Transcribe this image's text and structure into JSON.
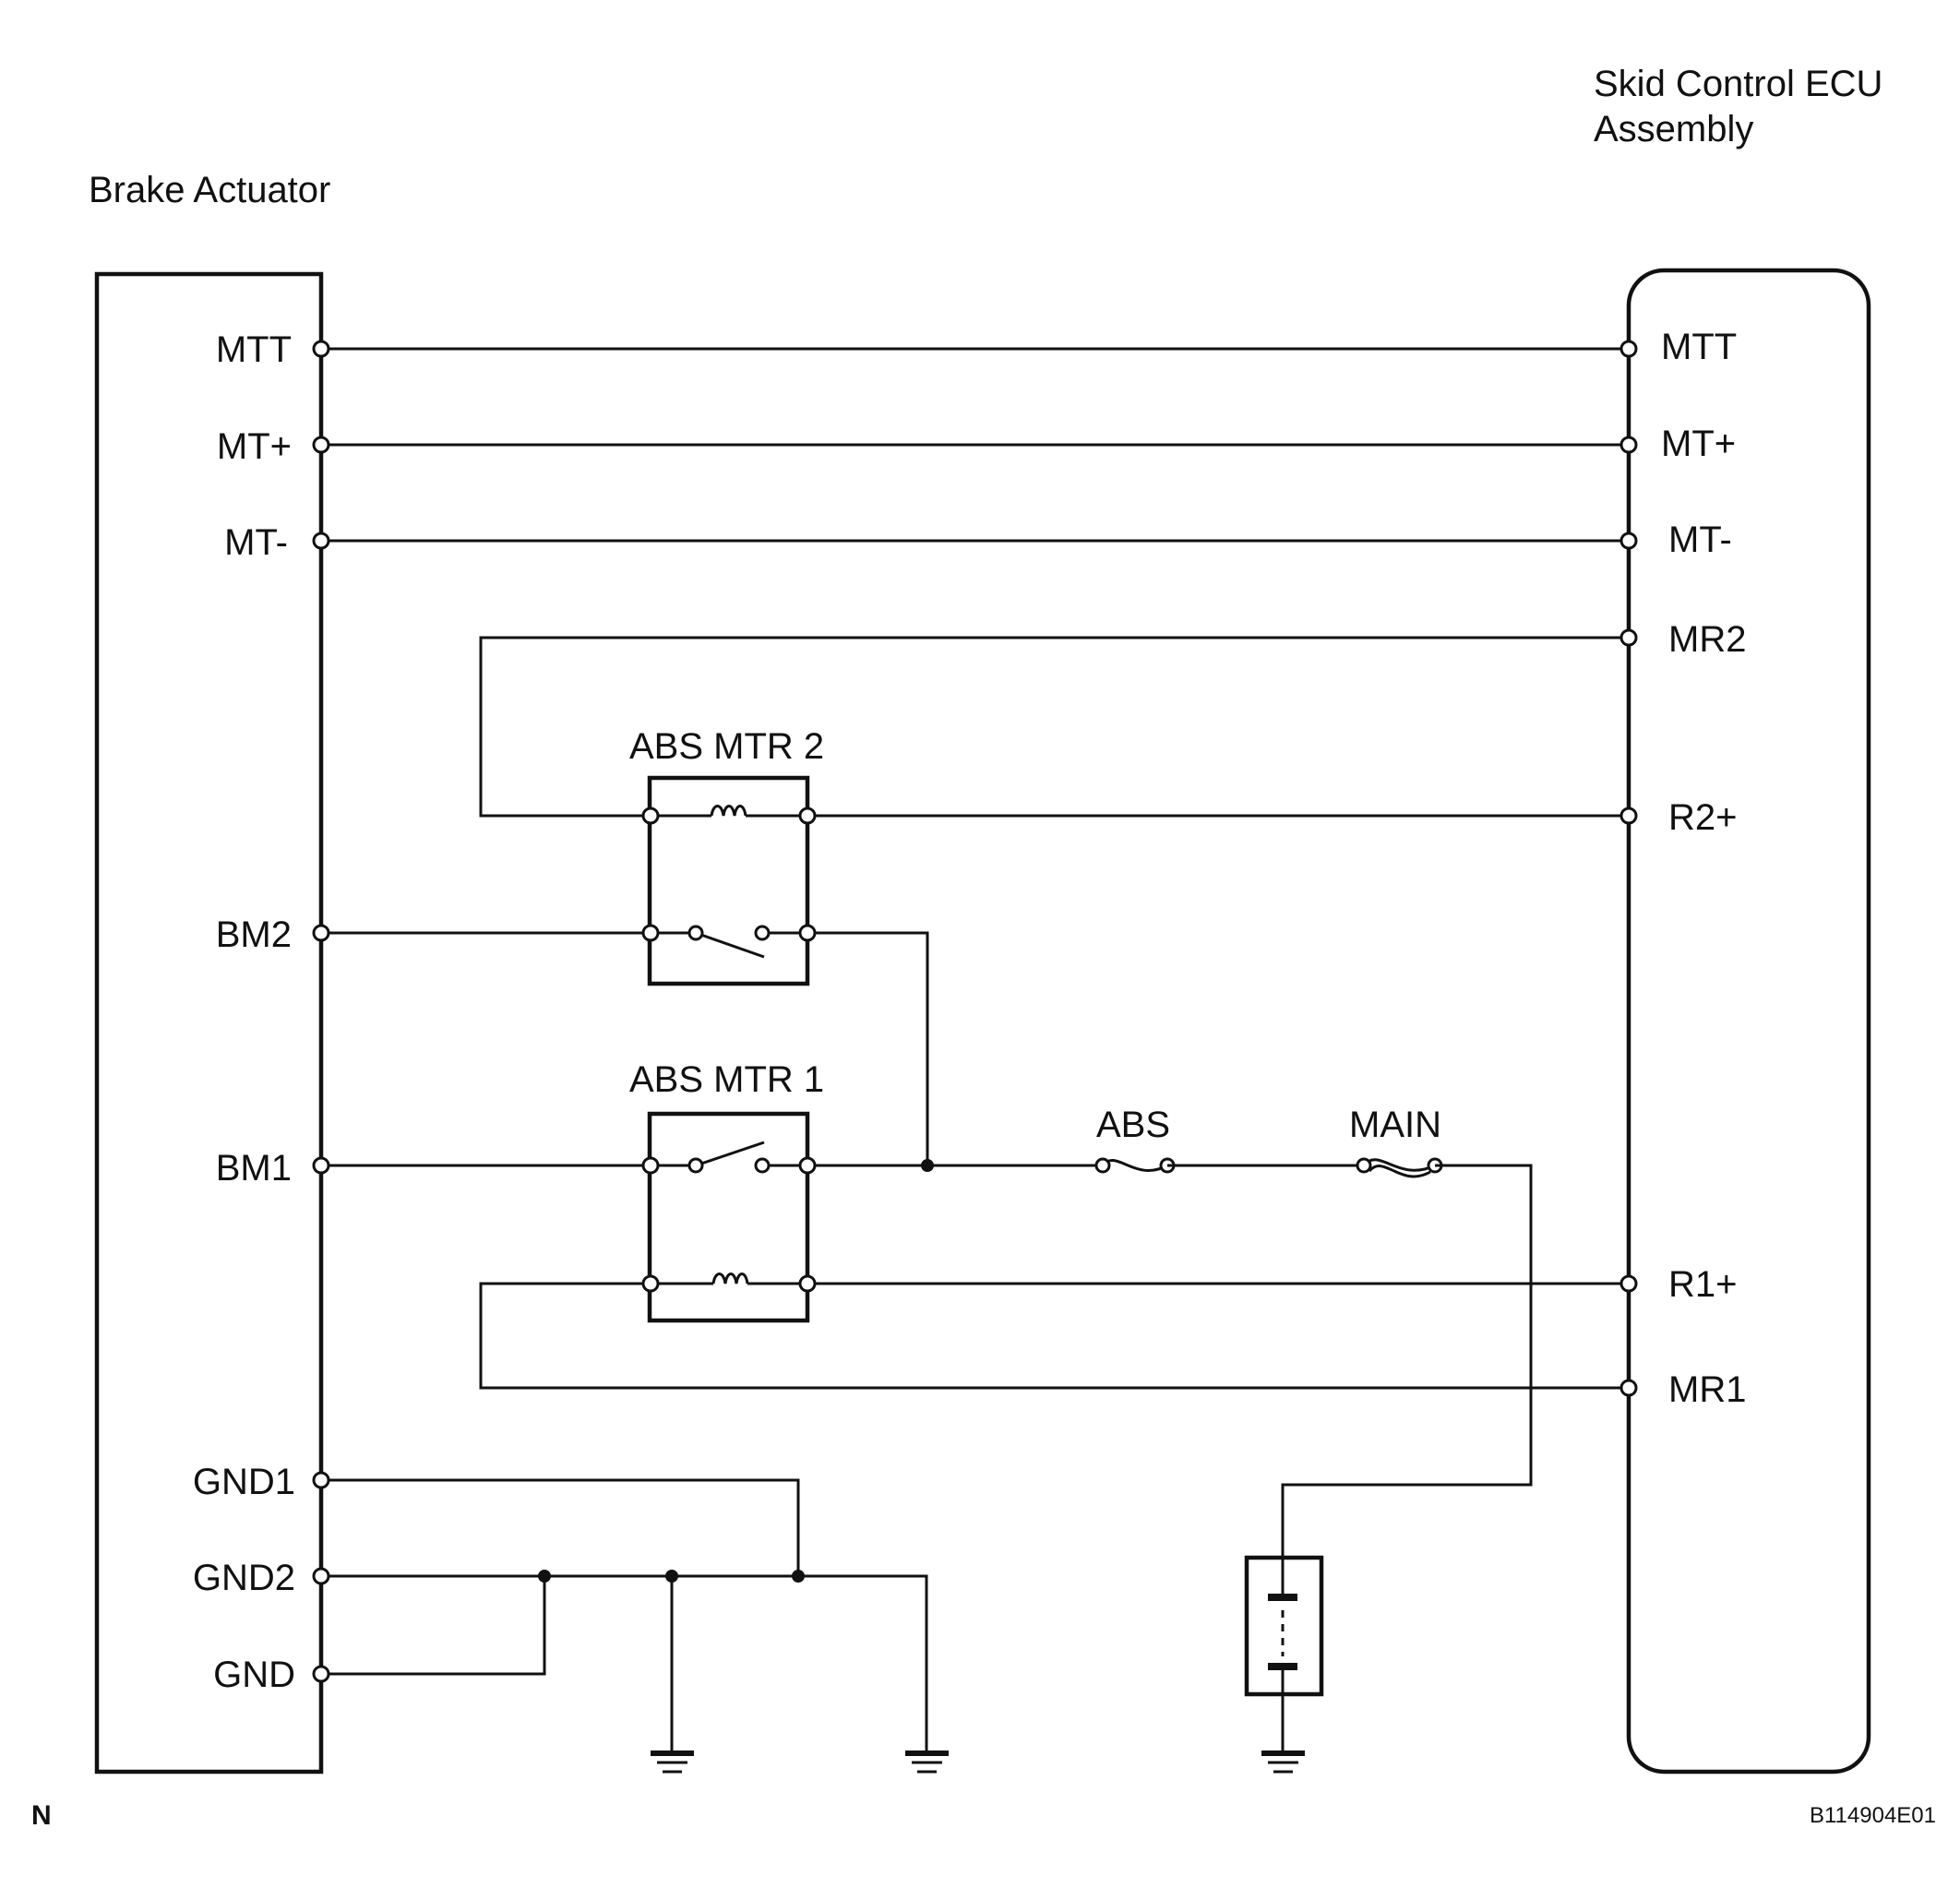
{
  "components": {
    "brake_actuator": "Brake Actuator",
    "ecu_line1": "Skid Control ECU",
    "ecu_line2": "Assembly",
    "relay2": "ABS MTR 2",
    "relay1": "ABS MTR 1",
    "fuse_abs": "ABS",
    "fuse_main": "MAIN"
  },
  "actuator_pins": {
    "mtt": "MTT",
    "mt_plus": "MT+",
    "mt_minus": "MT-",
    "bm2": "BM2",
    "bm1": "BM1",
    "gnd1": "GND1",
    "gnd2": "GND2",
    "gnd": "GND"
  },
  "ecu_pins": {
    "mtt": "MTT",
    "mt_plus": "MT+",
    "mt_minus": "MT-",
    "mr2": "MR2",
    "r2_plus": "R2+",
    "r1_plus": "R1+",
    "mr1": "MR1"
  },
  "footer": {
    "corner_letter": "N",
    "figure_code": "B114904E01"
  }
}
